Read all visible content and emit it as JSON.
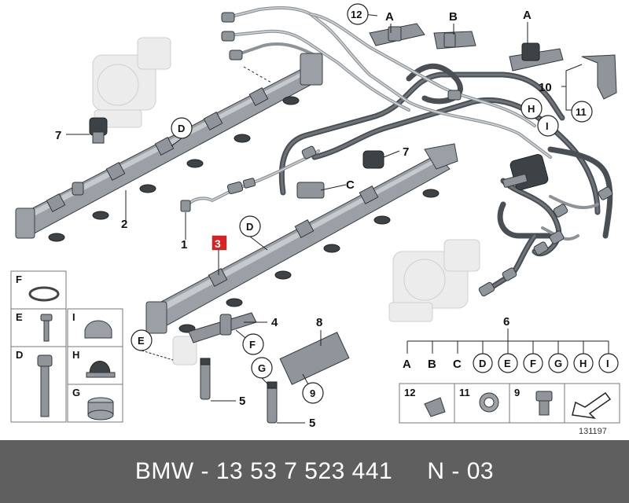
{
  "diagram": {
    "part_numbers": [
      "1",
      "2",
      "3",
      "4",
      "5",
      "5",
      "6",
      "7",
      "7",
      "8",
      "9",
      "10",
      "11",
      "12"
    ],
    "callout_letters": [
      "A",
      "A",
      "B",
      "C",
      "D",
      "D",
      "E",
      "F",
      "G",
      "H",
      "I"
    ],
    "group_6_letters": [
      "A",
      "B",
      "C",
      "D",
      "E",
      "F",
      "G",
      "H",
      "I"
    ],
    "legend_left": [
      {
        "key": "F"
      },
      {
        "key": "E"
      },
      {
        "key": "I"
      },
      {
        "key": "D"
      },
      {
        "key": "H"
      },
      {
        "key": "G"
      }
    ],
    "legend_bottom": [
      {
        "key": "12"
      },
      {
        "key": "11"
      },
      {
        "key": "9"
      }
    ],
    "drawing_number": "131197",
    "highlight_color": "#e02020"
  },
  "footer": {
    "brand": "BMW",
    "separator": " - ",
    "part_number": "13 53 7 523 441",
    "gap": "     ",
    "code": "N - 03"
  }
}
